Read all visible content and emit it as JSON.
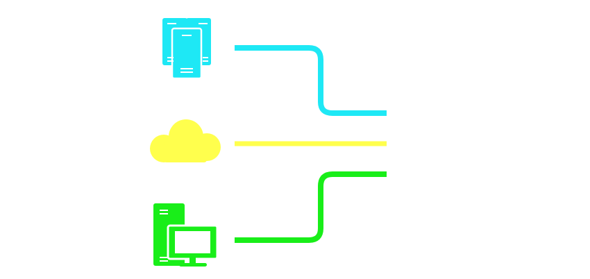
{
  "diagram": {
    "nodes": [
      {
        "id": "servers",
        "icon": "server-stack-icon",
        "color": "#1ee8f5"
      },
      {
        "id": "cloud",
        "icon": "cloud-icon",
        "color": "#ffff4d"
      },
      {
        "id": "desktop",
        "icon": "desktop-computer-icon",
        "color": "#19ee19"
      }
    ],
    "connections": [
      {
        "from": "servers",
        "color": "#1ee8f5"
      },
      {
        "from": "cloud",
        "color": "#ffff4d"
      },
      {
        "from": "desktop",
        "color": "#19ee19"
      }
    ]
  }
}
